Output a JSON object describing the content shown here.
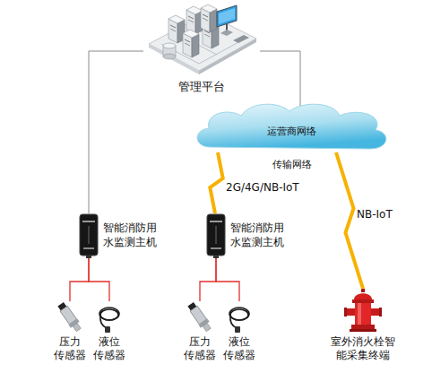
{
  "diagram": {
    "nodes": [
      {
        "text": [
          "管理平台"
        ]
      },
      {
        "text": [
          "运营商网络"
        ]
      },
      {
        "text": [
          "智能消防用 水监测主机"
        ]
      },
      {
        "text": [
          "智能消防用 水监测主机"
        ]
      },
      {
        "text": [
          "压力 传感器"
        ]
      },
      {
        "text": [
          "液位 传感器"
        ]
      },
      {
        "text": [
          "压力 传感器"
        ]
      },
      {
        "text": [
          "液位 传感器"
        ]
      },
      {
        "text": [
          "室外消火栓智 能采集终端"
        ]
      }
    ],
    "edges": [
      {
        "from": 0,
        "to": 2,
        "arrow": "none"
      },
      {
        "from": 0,
        "to": 1,
        "arrow": "none"
      },
      {
        "from": 1,
        "to": 3,
        "label": "2G/4G/NB-IoT",
        "arrow": "none"
      },
      {
        "from": 1,
        "to": 8,
        "label": "NB-IoT",
        "arrow": "none"
      },
      {
        "from": 2,
        "to": 4,
        "arrow": "none"
      },
      {
        "from": 2,
        "to": 5,
        "arrow": "none"
      },
      {
        "from": 3,
        "to": 6,
        "arrow": "none"
      },
      {
        "from": 3,
        "to": 7,
        "arrow": "none"
      }
    ],
    "labels": [
      "传输网络"
    ]
  }
}
